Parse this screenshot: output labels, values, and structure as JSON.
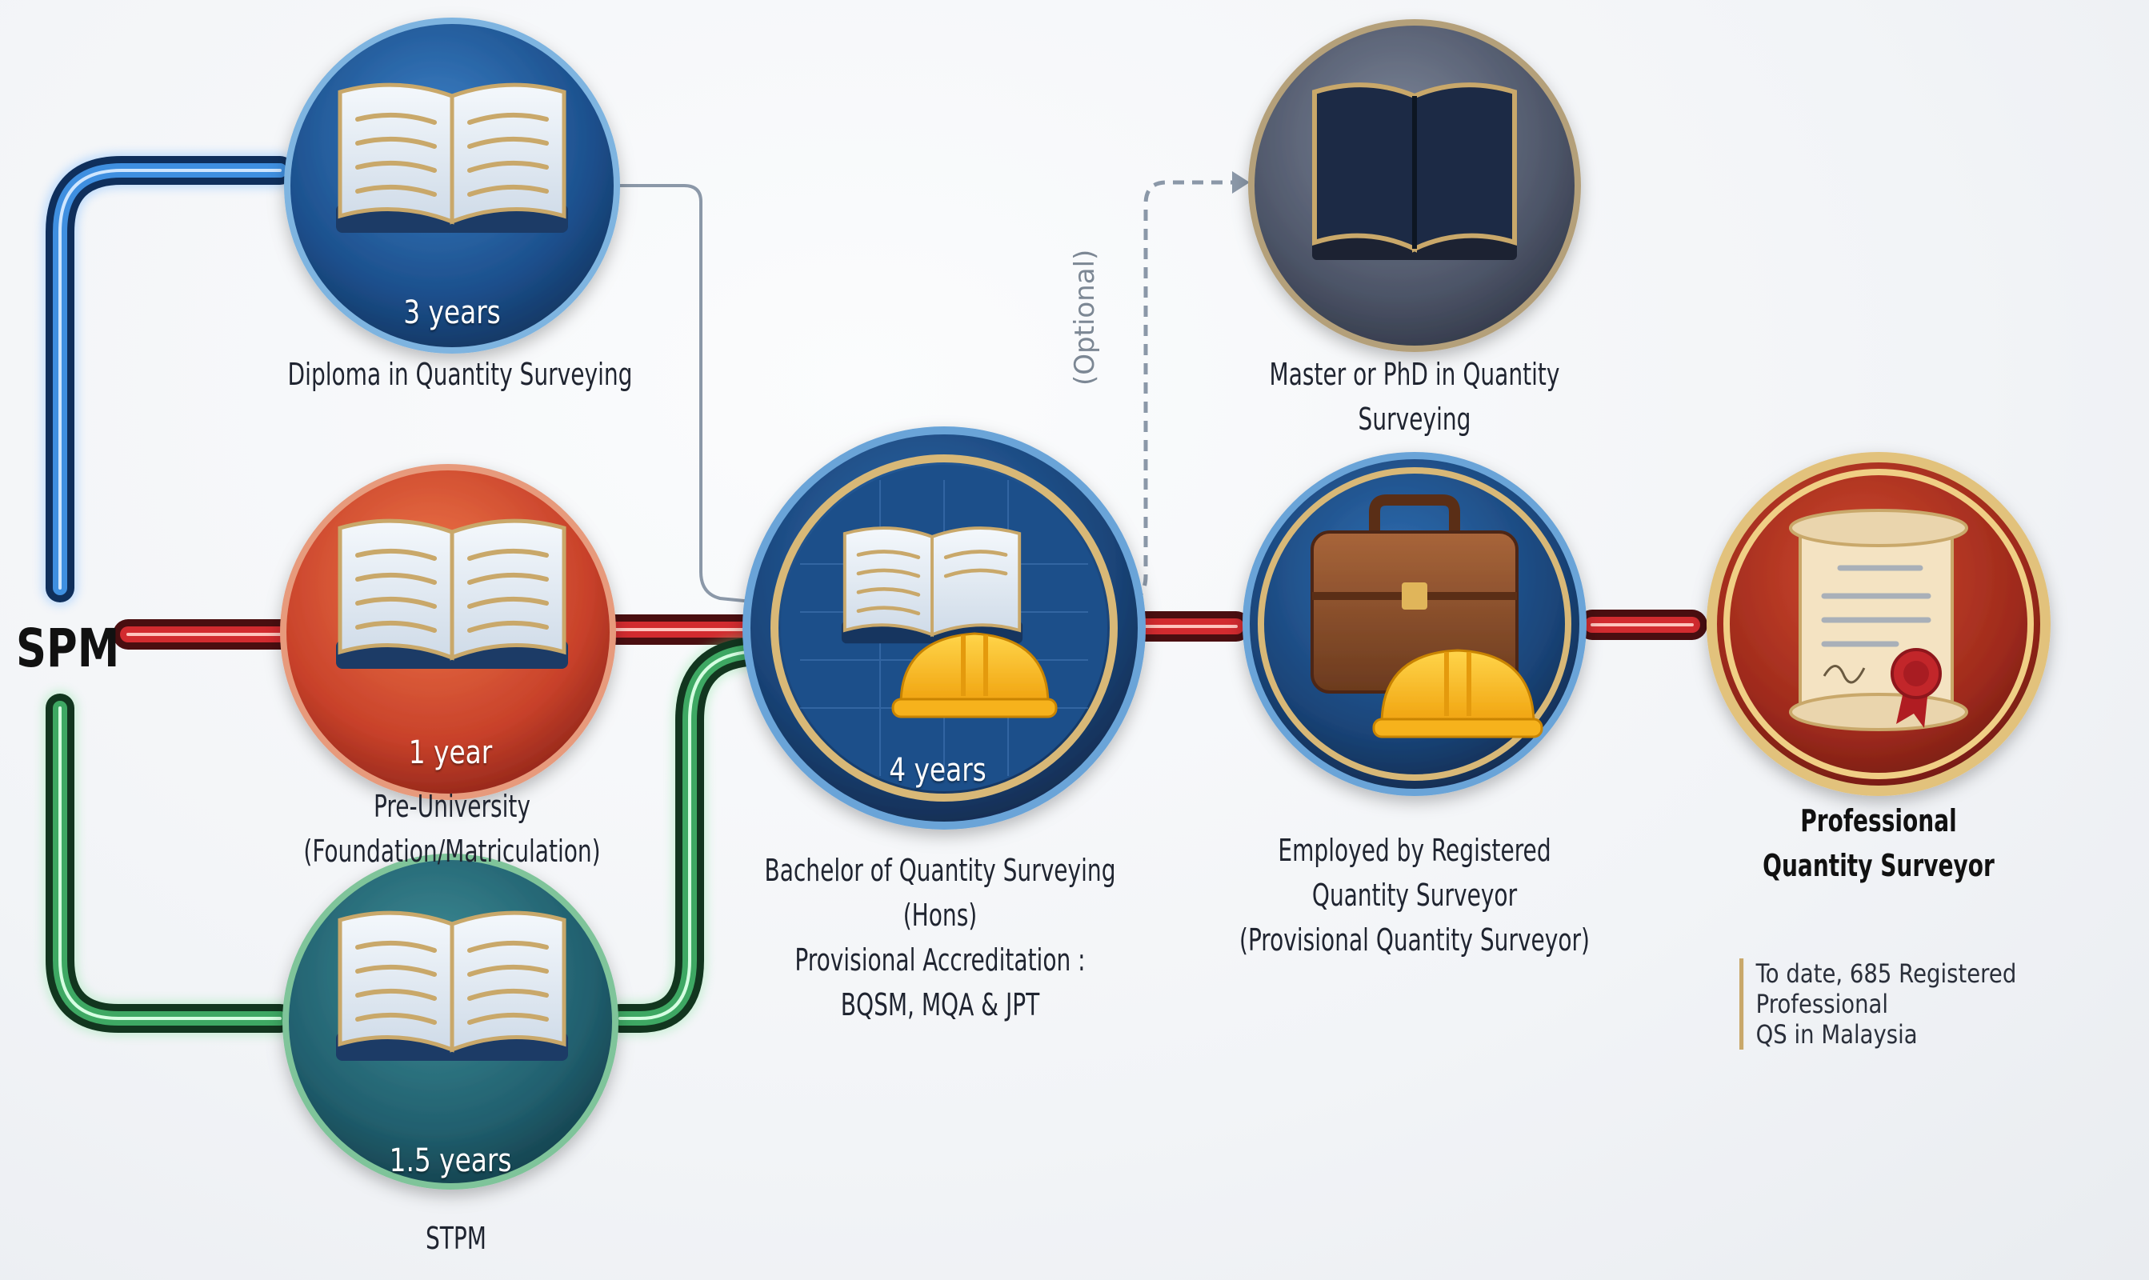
{
  "start_label": "SPM",
  "optional_label": "(Optional)",
  "nodes": {
    "diploma": {
      "duration": "3 years",
      "title": "Diploma in Quantity Surveying"
    },
    "pre_university": {
      "duration": "1 year",
      "title_line1": "Pre-University",
      "title_line2": "(Foundation/Matriculation)"
    },
    "stpm": {
      "duration": "1.5 years",
      "title": "STPM"
    },
    "bachelor": {
      "duration": "4 years",
      "title_line1": "Bachelor of Quantity Surveying",
      "title_line2": "(Hons)",
      "title_line3": "Provisional Accreditation :",
      "title_line4": "BQSM, MQA & JPT"
    },
    "master": {
      "title_line1": "Master or PhD in Quantity",
      "title_line2": "Surveying"
    },
    "employed": {
      "title_line1": "Employed by Registered",
      "title_line2": "Quantity Surveyor",
      "title_line3": "(Provisional Quantity Surveyor)"
    },
    "professional": {
      "title_line1": "Professional",
      "title_line2": "Quantity Surveyor"
    }
  },
  "note": {
    "line1": "To date, 685 Registered Professional",
    "line2": "QS in Malaysia"
  },
  "colors": {
    "blue_path": "#1f5ea8",
    "red_path": "#c0262b",
    "green_path": "#2e8a4a",
    "gold_ring": "#c9a86a",
    "connector_gray": "#8b98a8"
  },
  "icons": {
    "diploma": "open-book-icon",
    "pre_university": "open-book-icon",
    "stpm": "open-book-icon",
    "bachelor": "book-with-hardhat-icon",
    "master": "dark-book-icon",
    "employed": "briefcase-with-hardhat-icon",
    "professional": "certificate-scroll-icon"
  }
}
